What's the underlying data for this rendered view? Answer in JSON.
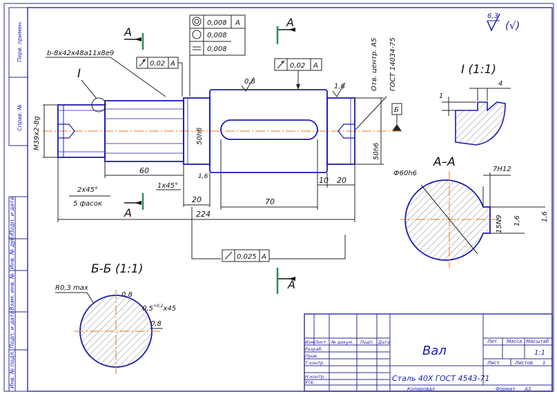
{
  "colors": {
    "outline": "#1a1ab4",
    "frame": "#2a2a9a",
    "dim": "#222222",
    "center": "#e07a1e",
    "cut": "#2e8b57",
    "hatch": "#444444"
  },
  "roughness": {
    "value": "6,3",
    "extra": "(√)"
  },
  "side_stamp": [
    "Перв. примен.",
    "Справ. №",
    "Подп. и дата",
    "Инв. № дубл.",
    "Взам. инв. №",
    "Подп. и дата",
    "Инв. № подл."
  ],
  "section_marks": {
    "a": "А",
    "b": "Б",
    "detail": "I"
  },
  "tolerance_table": [
    "0,008",
    "0,008",
    "0,008"
  ],
  "tolerance_ref": "А",
  "callouts": {
    "spline": "b-8x42x48a11x8e9",
    "runout_left": "0,02",
    "runout_mid": "0,02",
    "runout_bottom": "0,025",
    "runout_ref": "А",
    "thread": "M39x2-8g",
    "center_holes_1": "Отв. центр. А5",
    "center_holes_2": "ГОСТ 14034-75",
    "rough_08": "0,8",
    "rough_16": "1,6"
  },
  "dims": {
    "d50h6_left": "50h6",
    "d50h6_right": "50h6",
    "len60": "60",
    "len20": "20",
    "len70": "70",
    "len10": "10",
    "len20r": "20",
    "len224": "224",
    "chamfer_1": "1x45°",
    "chamfer_2a": "2x45°",
    "chamfer_2b": "5 фасок"
  },
  "detail_view": {
    "title": "I (1:1)",
    "d1": "1",
    "d4": "4"
  },
  "section_aa": {
    "title": "А–А",
    "dia": "Ф60h6",
    "key": "7H12",
    "depth": "15N9",
    "r1": "1,6",
    "r2": "1,6"
  },
  "section_bb": {
    "title": "Б-Б (1:1)",
    "r": "R0,3 max",
    "a": "0,8",
    "b": "0,5",
    "b_sup": "+0,2",
    "b_suf": "x45",
    "c": "0,8"
  },
  "title_block": {
    "name": "Вал",
    "material": "Сталь 40Х ГОСТ 4543-71",
    "cols": [
      "Изм",
      "Лист",
      "№ докум.",
      "Подп.",
      "Дата"
    ],
    "rows": [
      "Разраб.",
      "Пров.",
      "Т.контр.",
      "",
      "Н.контр.",
      "Утв."
    ],
    "lit": "Лит.",
    "mass": "Масса",
    "scale": "Масштаб",
    "scale_val": "1:1",
    "sheet": "Лист",
    "sheets": "Листов",
    "sheets_val": "1",
    "copied": "Копировал",
    "format": "Формат",
    "format_val": "А3"
  }
}
